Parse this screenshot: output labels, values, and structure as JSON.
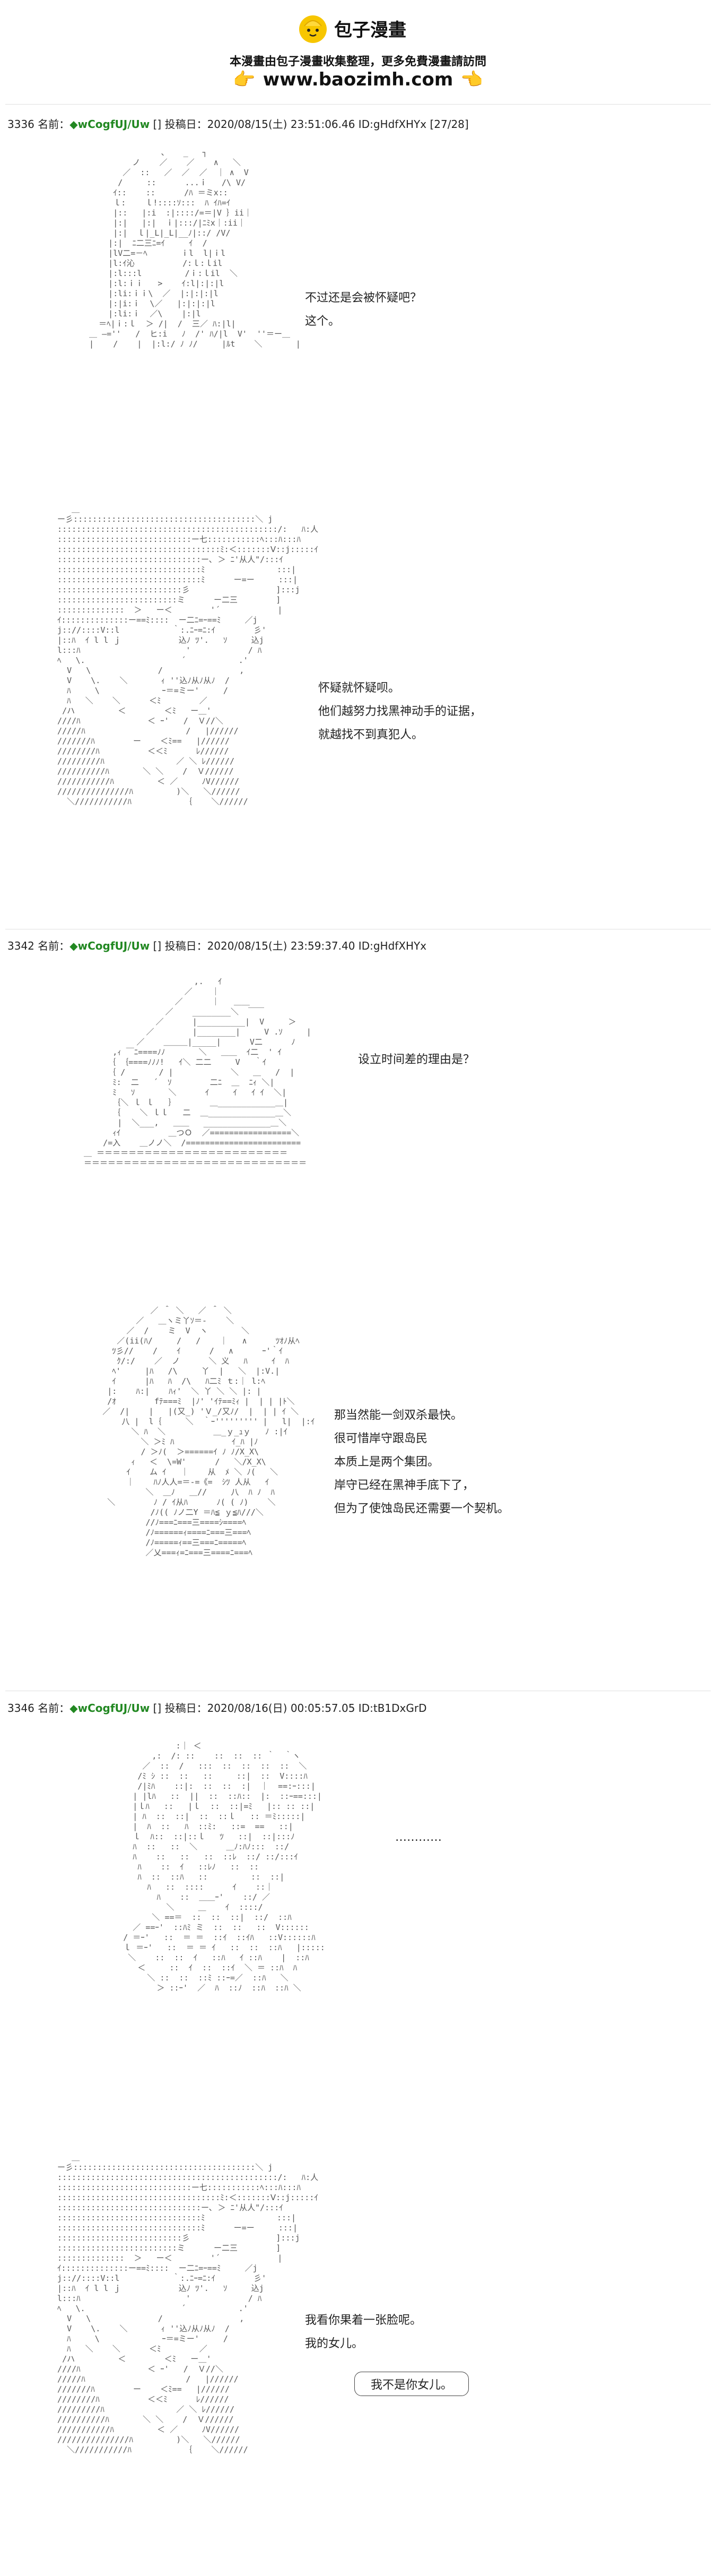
{
  "header": {
    "logo_text": "包子漫畫",
    "tagline": "本漫畫由包子漫畫收集整理，更多免費漫畫請訪問",
    "site": "www.baozimh.com",
    "hand_left": "👉",
    "hand_right": "👈"
  },
  "posts": [
    {
      "head": "3336 名前：",
      "trip": "◆wCogfUJ/Uw",
      "meta": "[] 投稿日：2020/08/15(土) 23:51:06.46 ID:gHdfXHYx [27/28]",
      "dialog1": [
        "不过还是会被怀疑吧？",
        "这个。"
      ],
      "dialog2": [
        "怀疑就怀疑呗。",
        "他们越努力找黑神动手的证据，",
        "就越找不到真犯人。"
      ]
    },
    {
      "head": "3342 名前：",
      "trip": "◆wCogfUJ/Uw",
      "meta": "[] 投稿日：2020/08/15(土) 23:59:37.40 ID:gHdfXHYx",
      "dialog1": [
        "设立时间差的理由是？"
      ],
      "dialog2": [
        "那当然能一剑双杀最快。",
        "很可惜岸守跟岛民",
        "本质上是两个集团。",
        "岸守已经在黑神手底下了，",
        "但为了使蚀岛民还需要一个契机。"
      ]
    },
    {
      "head": "3346 名前：",
      "trip": "◆wCogfUJ/Uw",
      "meta": "[] 投稿日：2020/08/16(日) 00:05:57.05 ID:tB1DxGrD",
      "dialog1": [
        "…………"
      ],
      "dialog2": [
        "我看你果着一张脸呢。",
        "我的女儿。"
      ],
      "box": "我不是你女儿。"
    }
  ],
  "aa": {
    "fig1": "                 、   _   ┐\n           ノ    ／    ／    ∧   ＼\n         ／  ::   ／  ／  ／  ｜ ∧  V\n        /     ::      ...ｉ   /\\ V/\n       ｲ::    ::      /ﾊ ＝ミx::\n       ｌ:    ｌ!::::ｿ:::  ﾊ ｲﾊ=ｲ\n       |::   |:i  :|::::/=＝|V ｝ii｜\n       |:|   |:|  ｉ|:::/|ﾆﾐx｜:ii｜\n       |:|  ｌ|_L|_L|__ﾉ|::/ /V/\n      |:|  ﾆ二三ﾆ=ｲ     ｲ  /\n      |lV二=－ﾍ       ｉl  l|ｉl\n      |l:ｲ沁          /:ｌ:ｌil\n      |:l:::l         /ｉ:ｌil  ＼\n      |:l:ｉｉ   >    ｲ:l|:|:|l\n      |:li:ｉｉ\\  ／  |:|:|:|l\n      |:|i:ｉ  \\／   |:|:|:|l\n      |:li:ｉ  ／\\    |:|l\n    ＝ﾍ|ｉ:ｌ  ＞ /|  /  三／ ﾊ:|l|\n  ＿ ―=''   /  ヒ:i   ﾉ  /' ﾊ/|l  V'  ''＝ー＿\n  |    /    |  |:l:/ ﾉ ﾉ/     |ﾙt    ＼       |",
    "fig2": "     ＿\n  ー彡::::::::::::::::::::::::::::::::::::::＼ j\n  ::::::::::::::::::::::::::::::::::::::::::::::/:   ﾊ:人\n  ::::::::::::::::::::::::::::ー七:::::::::::ﾍ:::ﾊ:::ﾊ\n  ::::::::::::::::::::::::::::::::::ﾐ:＜:::::::Ⅴ::j:::::ｲ\n  ::::::::::::::::::::::::::::::ー､ ＞ ﾆ'从人\"/:::ｲ\n  ::::::::::::::::::::::::::::::ﾐ               :::|\n  ::::::::::::::::::::::::::::::ﾐ      ー=ー     :::|\n  ::::::::::::::::::::::::::彡                  ]:::j\n  :::::::::::::::::::::::::ミ      ー二三        ]\n  ::::::::::::::  ＞   ー＜        '´            |\n  ｲ::::::::::::::ー==ﾐ::::  ー二ﾆ=ｰ==ﾐ     ／j\n  j:://::::V::l           ｀:.ﾆｰ=ﾆ:ｲ        彡'\n  |::ﾊ  ｲ l l ｊ            込ﾉ ﾂ'.   ｿ     込j\n  l:::ﾊ                      '            / ﾊ\n  ﾍ   \\.                    ´           .'\n    V   \\              /                ,\n    V    \\.    ＼       ｨ ''込ﾉ从ﾉ从ﾉ  /\n    ﾊ     \\             ｰ＝=ミー'     /\n    ﾊ   ＼    ＼      ＜ﾐ        ／\n   /ハ         ＜        ＜ﾐ   ー＿'\n  ////ﾊ              ＜ ｰ'   /  Ｖ//＼\n  /////ﾊ                     /   |//////\n  ///////ﾊ        ー    ＜ﾐ==   |//////\n  ////////ﾊ          ＜＜ﾐ      ﾚ//////\n  /////////ﾊ               ／ ＼ ﾚ//////\n  //////////ﾊ       ＼ ＼    /  Ｖ//////\n  ///////////ﾊ         ＜ ／     ﾉV//////\n  ///////////////ﾊ         )＼   ＼//////\n    ＼///////////ﾊ           ｛    ＼//////",
    "fig3": "                         ,.   ｲ\n                       ／    ｜\n                     ／      ｜   ＿＿\n                   ／    ________＼  ￣￣\n                 ／      |__________|  V     ＞\n               ／        |________|     V .ｿ     |\n             ／    ＿＿＿|_____|      V二      ﾉ\n        ,ｨ ￣ﾆ====ﾉﾉ       ＼   ＿＿  ｲ二  ' ｲ\n       ｛ ｛====ﾉﾉﾉ!   ｲ＼ 二二     V   ｀ｲ\n       ｛ /       / |            ＼   ＿   /  |\n        ﾐ:  二   ´  ｿ        二ﾆ  ＿  ﾆｨ ＼|\n        ﾐ   ｿ       ＼      ｲ     ｲ   ｲ ｲ  ＼|\n        ｛＼ ｌ ｌ   ｝       ＿____________＿|\n        ｛    ＼ ｌｌ   二  ＿______________＿＼\n         |  ＼___,   ＿＿   ______________＿＼\n        ｨｲ          ＿つＯ  ／=================＼\n      /=入    ＿ノノ＼  /========================\n  ＿ ＝＝＝＝＝＝＝＝＝＝＝＝＝＝＝＝＝＝＝＝＝＝＝＝\n  ＝＝＝＝＝＝＝＝＝＝＝＝＝＝＝＝＝＝＝＝＝＝＝＝＝＝＝＝",
    "fig4": "                 ／ ＾ ＼   ／ ＾ ＼\n              ／   ＿ヽミ丫ｿ＝-    ＼\n            ／  /    ミ  V  ヽ       ＼\n          ／(ii(ﾊ/     /   /    ｜   ∧      ﾂｵﾉ从ﾍ\n         ﾂ彡//    /    ｲ      /   ∧      ｰ'｀ｲ\n          ｸ/:/    ／  ノ      ＼ 义   ﾊ     ｲ  ﾊ\n         ﾍ'     |ﾊ   /\\     丫  |   ＼  |:V.|\n         ｲ      |ﾊ   ﾊ  /\\   ﾊ二ﾐ ｔ:｜ l:ﾍ\n        |:    ﾊ:|    ﾊｨ'  ＼ 丫 ＼ ＼ |: |\n        /ｵ        fﾃ===ﾐ  |ﾉ' 'ｲﾃ==ﾐｨ |  | | |ﾄ＼\n       ／  /|    |   |(又_) 'Ｖ_/又ﾉ/  |  | | ｲ ＼\n           八 |  l｛     ＼  ｀ｰ''''''''' |   l|  |:ｲ\n             ＼ ﾊ  ＼          ＿_ｙ_ｭｙ   ﾉ :|ｲ\n               ＼ ＞ﾐ ﾊ            ｲ_ﾊ |ﾉ\n               / ＞ﾉ(  ＞======ｲ ﾉ ﾉ/X_X\\\n             ｨ   ＜  \\=W'      /   ＼/X_X\\\n            ｲ    ム ｲ   ｜    从  ﾒ ＼ ﾉ(   ＼\n            ｜    ﾊﾉ人人=＝-=《=  ｼﾂ 人从   ｲ\n                ＼  ＿ﾉ   ＿//     八  ﾊ ﾉ  ﾊ\n        ＼        ﾉ / ｲ从ﾊ      ﾉ( ( ﾉ)    ＼\n                 /ﾉ(( ﾉノ二Y ＝ﾊ≦ ｙ≦ﾊ///＼\n                //ﾉ===ﾆ===三====ｼ====ﾍ\n                /ﾉ======ｨ====ﾆ===三===ﾍ\n                /ﾉ=====ｨ==三===ﾆ=====ﾍ\n                ／乂===ｨ=ﾆ===三====ﾆ===ﾍ",
    "fig5": "                   :｜ ＜\n              ,:  /: ::    ::  ::  :: ｀  ｀ヽ\n            ／  ::  /   :::  ::  ::  ::  ::  ＼\n           /ﾐ ｼ ::  ::   ::     ::|  ::  V::::ﾊ\n           /|ﾐﾊ    ::|:  ::  ::  :|  ｜  ==:ｰ:::|\n          | |lﾊ   ::  ||  ::  ::ﾊ::  |:  ::ｰ==:::|\n          |ｌﾊ   ::   |ｌ  ::  ::|=ﾐ   |:: :: ::|\n          | ﾊ  ::  ::|  ::  ::ｌ   :: ＝ﾐ:::::|\n          |  ﾊ  ::   ﾊ  ::ﾐ:   ::=  ==   ::|\n          ｌ  ﾊ::  ::|::ｌ   ﾂ   ::|  ::|:::ﾉ\n          ﾊ  ::   ::  ＼      ＿ﾉ:ﾊﾉ:::  ::/\n          ﾊ    ::   ::   ::  ::ﾚ  ::/ ::/:::ｲ\n           ﾊ    ::  ｲ   ::ﾚﾉ   ::  ::\n           ﾊ  ::  ::ﾊ   ::         ::  ::|\n             ﾊ   ::  ::::      ｲ    ::｜\n               ﾊ    ::  ＿＿ｰ'    ::/ ／\n                 ＼     ＿    ｲ  ::::/\n              ＼ ==＝  ::  ::  ::|  ::/  ::ﾊ\n          ／ ==ｰ'  ::ﾊﾐ ミ  ::  ::   ::  V::::::\n        / ＝ｰ'   ::  ＝ ＝  ::ｲ  ::ｲﾊ   ::V::::::ﾊ\n        ｌ ＝ｰ'   ::  ＝ ＝ ｲ   ::  ::  ::ﾊ   |:::::\n         ＼    ::  ::  ｲ   ::ﾊ   ｲ ::ﾊ    |  ::ﾊ\n           ＜     ::  ｲ  ::  ::ｲ  ＼ ＝ ::ﾊ  ﾊ\n             ＼ ::  ::  ::ﾐ ::ｰ=／  ::ﾊ   ＼\n               ＞ ::ｰ'  ／  ﾊ  ::ﾉ  ::ﾊ  ::ﾊ ＼"
  }
}
